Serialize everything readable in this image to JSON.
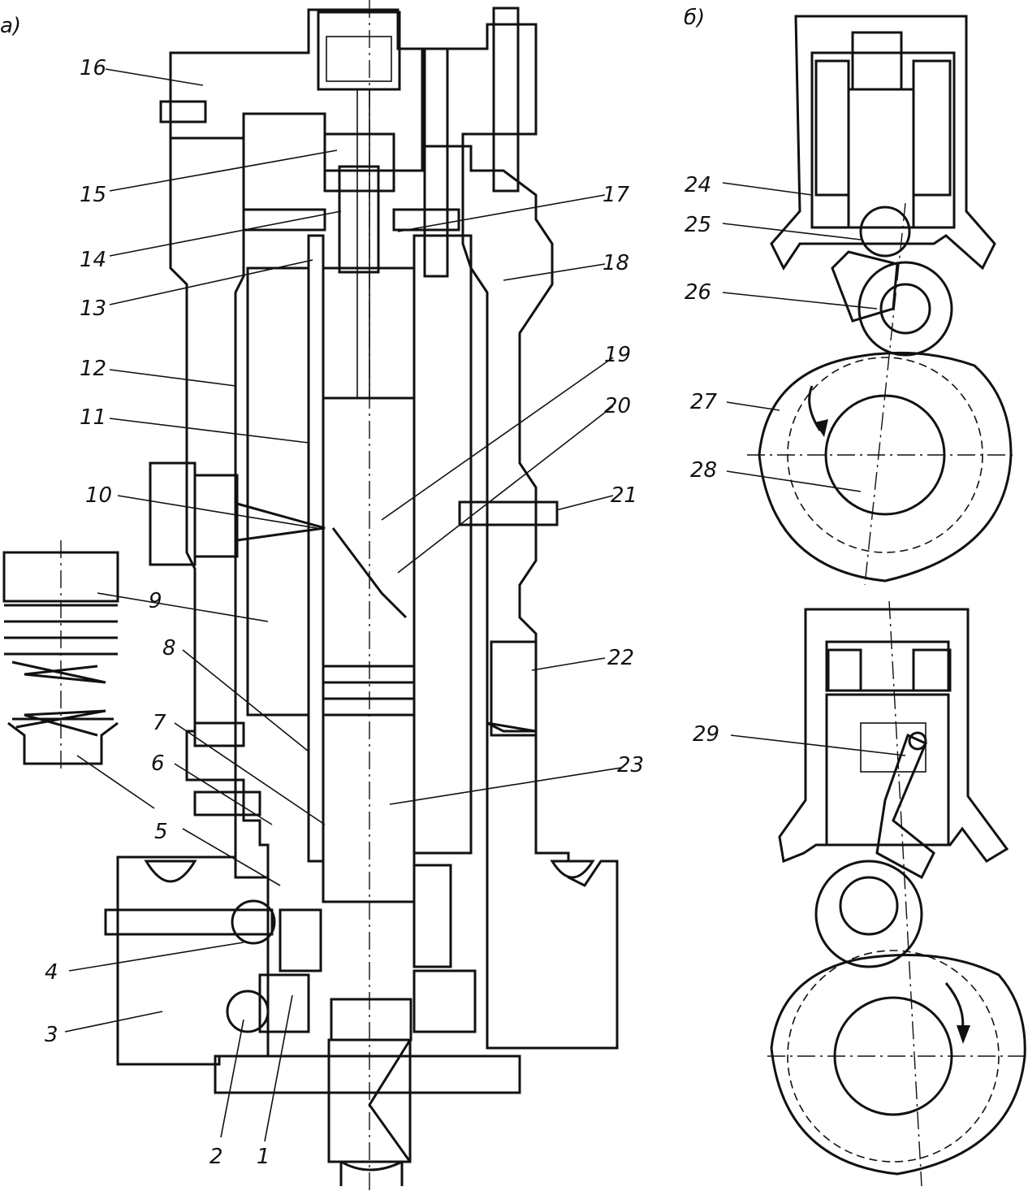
{
  "panels": {
    "a": "а)",
    "b": "б)"
  },
  "labels": [
    {
      "id": "1",
      "text": "1"
    },
    {
      "id": "2",
      "text": "2"
    },
    {
      "id": "3",
      "text": "3"
    },
    {
      "id": "4",
      "text": "4"
    },
    {
      "id": "5",
      "text": "5"
    },
    {
      "id": "6",
      "text": "6"
    },
    {
      "id": "7",
      "text": "7"
    },
    {
      "id": "8",
      "text": "8"
    },
    {
      "id": "9",
      "text": "9"
    },
    {
      "id": "10",
      "text": "10"
    },
    {
      "id": "11",
      "text": "11"
    },
    {
      "id": "12",
      "text": "12"
    },
    {
      "id": "13",
      "text": "13"
    },
    {
      "id": "14",
      "text": "14"
    },
    {
      "id": "15",
      "text": "15"
    },
    {
      "id": "16",
      "text": "16"
    },
    {
      "id": "17",
      "text": "17"
    },
    {
      "id": "18",
      "text": "18"
    },
    {
      "id": "19",
      "text": "19"
    },
    {
      "id": "20",
      "text": "20"
    },
    {
      "id": "21",
      "text": "21"
    },
    {
      "id": "22",
      "text": "22"
    },
    {
      "id": "23",
      "text": "23"
    },
    {
      "id": "24",
      "text": "24"
    },
    {
      "id": "25",
      "text": "25"
    },
    {
      "id": "26",
      "text": "26"
    },
    {
      "id": "27",
      "text": "27"
    },
    {
      "id": "28",
      "text": "28"
    },
    {
      "id": "29",
      "text": "29"
    }
  ]
}
